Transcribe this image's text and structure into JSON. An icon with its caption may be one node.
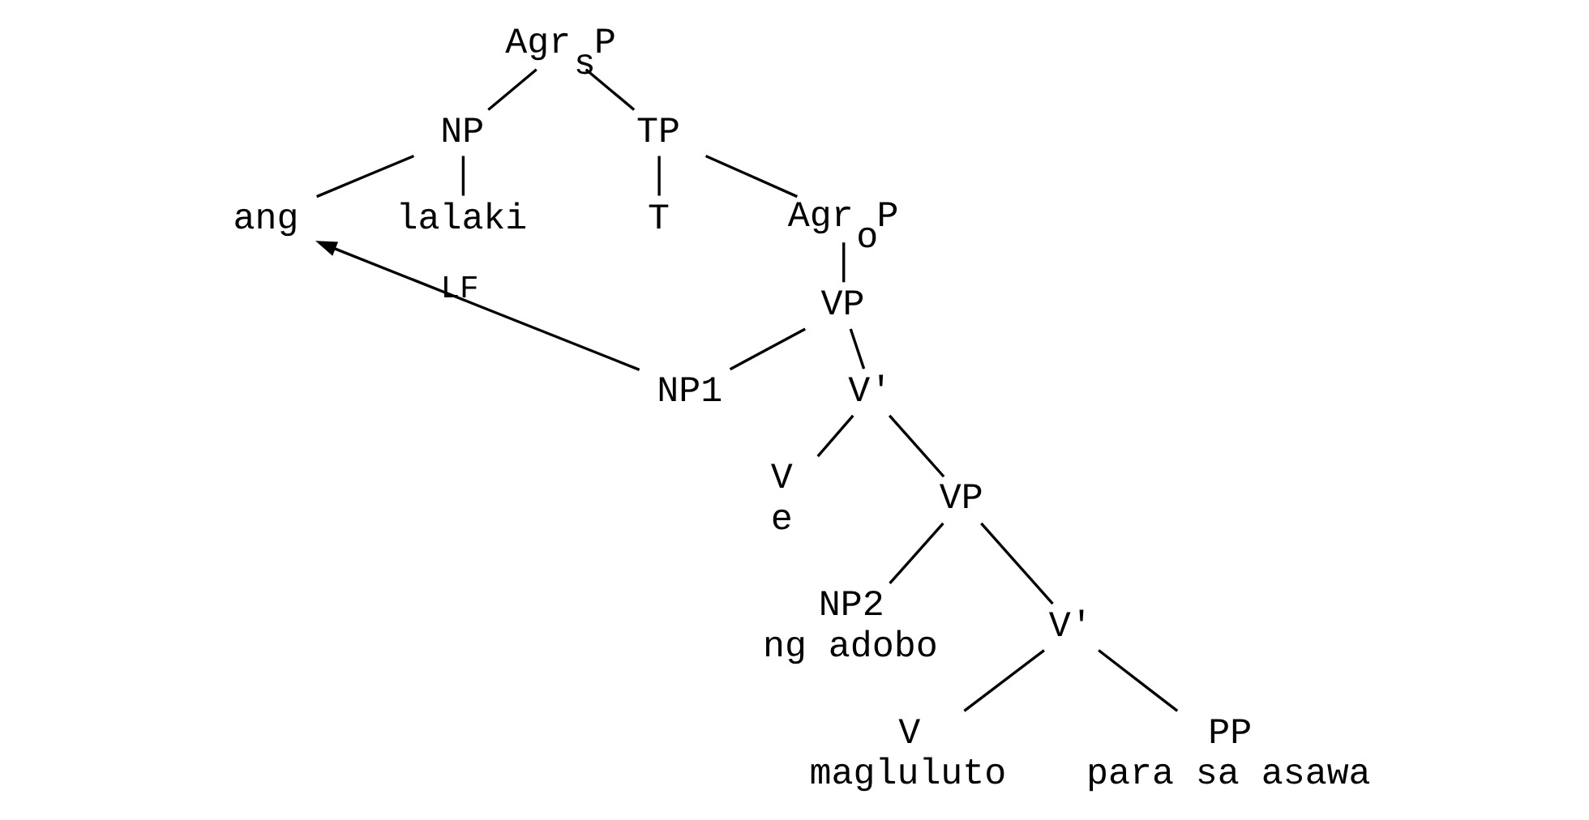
{
  "diagram": {
    "nodes": [
      {
        "text": [
          "Agr$_{s}$P"
        ]
      },
      {
        "text": [
          "NP"
        ]
      },
      {
        "text": [
          "TP"
        ]
      },
      {
        "text": [
          "ang"
        ]
      },
      {
        "text": [
          "lalaki"
        ]
      },
      {
        "text": [
          "T"
        ]
      },
      {
        "text": [
          "Agr$_{o}$P"
        ]
      },
      {
        "text": [
          "VP"
        ]
      },
      {
        "text": [
          "NP1"
        ]
      },
      {
        "text": [
          "V'"
        ]
      },
      {
        "text": [
          "V",
          "e"
        ]
      },
      {
        "text": [
          "VP"
        ]
      },
      {
        "text": [
          "NP2",
          "ng adobo"
        ]
      },
      {
        "text": [
          "V'"
        ]
      },
      {
        "text": [
          "V",
          "magluluto"
        ]
      },
      {
        "text": [
          "PP",
          "para sa asawa"
        ]
      }
    ],
    "edges": [
      {
        "from": 0,
        "to": 1,
        "arrow": "none"
      },
      {
        "from": 0,
        "to": 2,
        "arrow": "none"
      },
      {
        "from": 1,
        "to": 3,
        "arrow": "none"
      },
      {
        "from": 1,
        "to": 4,
        "arrow": "none"
      },
      {
        "from": 2,
        "to": 5,
        "arrow": "none"
      },
      {
        "from": 2,
        "to": 6,
        "arrow": "none"
      },
      {
        "from": 6,
        "to": 7,
        "arrow": "none"
      },
      {
        "from": 7,
        "to": 8,
        "arrow": "none"
      },
      {
        "from": 7,
        "to": 9,
        "arrow": "none"
      },
      {
        "from": 9,
        "to": 10,
        "arrow": "none"
      },
      {
        "from": 9,
        "to": 11,
        "arrow": "none"
      },
      {
        "from": 11,
        "to": 12,
        "arrow": "none"
      },
      {
        "from": 11,
        "to": 13,
        "arrow": "none"
      },
      {
        "from": 13,
        "to": 14,
        "arrow": "none"
      },
      {
        "from": 13,
        "to": 15,
        "arrow": "none"
      },
      {
        "from": 8,
        "to": 3,
        "arrow": "to",
        "label": "LF"
      }
    ]
  }
}
